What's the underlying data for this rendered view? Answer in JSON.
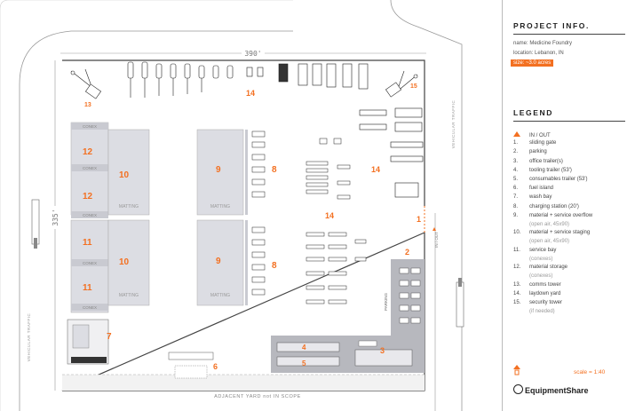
{
  "site": {
    "dim_top": "390'",
    "dim_left": "335'",
    "vehicular_traffic": "VEHICULAR TRAFFIC",
    "adjacent_yard": "ADJACENT YARD not IN SCOPE",
    "parking": "PARKING",
    "conex": "CONEX",
    "matting": "MATTING",
    "in_out": "IN / OUT",
    "zone_labels": {
      "z1": "1",
      "z2": "2",
      "z3": "3",
      "z4": "4",
      "z5": "5",
      "z6": "6",
      "z7": "7",
      "z8": "8",
      "z9": "9",
      "z10": "10",
      "z11": "11",
      "z12": "12",
      "z13": "13",
      "z14": "14",
      "z15": "15"
    }
  },
  "project_info": {
    "heading": "PROJECT INFO.",
    "name": "name: Medicine Foundry",
    "location": "location: Lebanon, IN",
    "size": "size: ~3.0 acres"
  },
  "legend": {
    "heading": "LEGEND",
    "items": [
      {
        "num": "",
        "label": "IN / OUT",
        "note": ""
      },
      {
        "num": "1.",
        "label": "sliding gate",
        "note": ""
      },
      {
        "num": "2.",
        "label": "parking",
        "note": ""
      },
      {
        "num": "3.",
        "label": "office trailer(s)",
        "note": ""
      },
      {
        "num": "4.",
        "label": "tooling trailer (53')",
        "note": ""
      },
      {
        "num": "5.",
        "label": "consumables trailer (53')",
        "note": ""
      },
      {
        "num": "6.",
        "label": "fuel island",
        "note": ""
      },
      {
        "num": "7.",
        "label": "wash bay",
        "note": ""
      },
      {
        "num": "8.",
        "label": "charging station (20')",
        "note": ""
      },
      {
        "num": "9.",
        "label": "material + service overflow",
        "note": "(open air, 45x90)"
      },
      {
        "num": "10.",
        "label": "material + service staging",
        "note": "(open air, 45x90)"
      },
      {
        "num": "11.",
        "label": "service bay",
        "note": "(conexes)"
      },
      {
        "num": "12.",
        "label": "material storage",
        "note": "(conexes)"
      },
      {
        "num": "13.",
        "label": "comms tower",
        "note": ""
      },
      {
        "num": "14.",
        "label": "laydown yard",
        "note": ""
      },
      {
        "num": "15.",
        "label": "security tower",
        "note": "(if needed)"
      }
    ],
    "scale": "scale = 1:40",
    "brand": "EquipmentShare"
  },
  "colors": {
    "accent": "#f37021",
    "zone_fill": "#dcdde3",
    "conex_fill": "#c9cad1",
    "paved": "#b7b8be"
  }
}
